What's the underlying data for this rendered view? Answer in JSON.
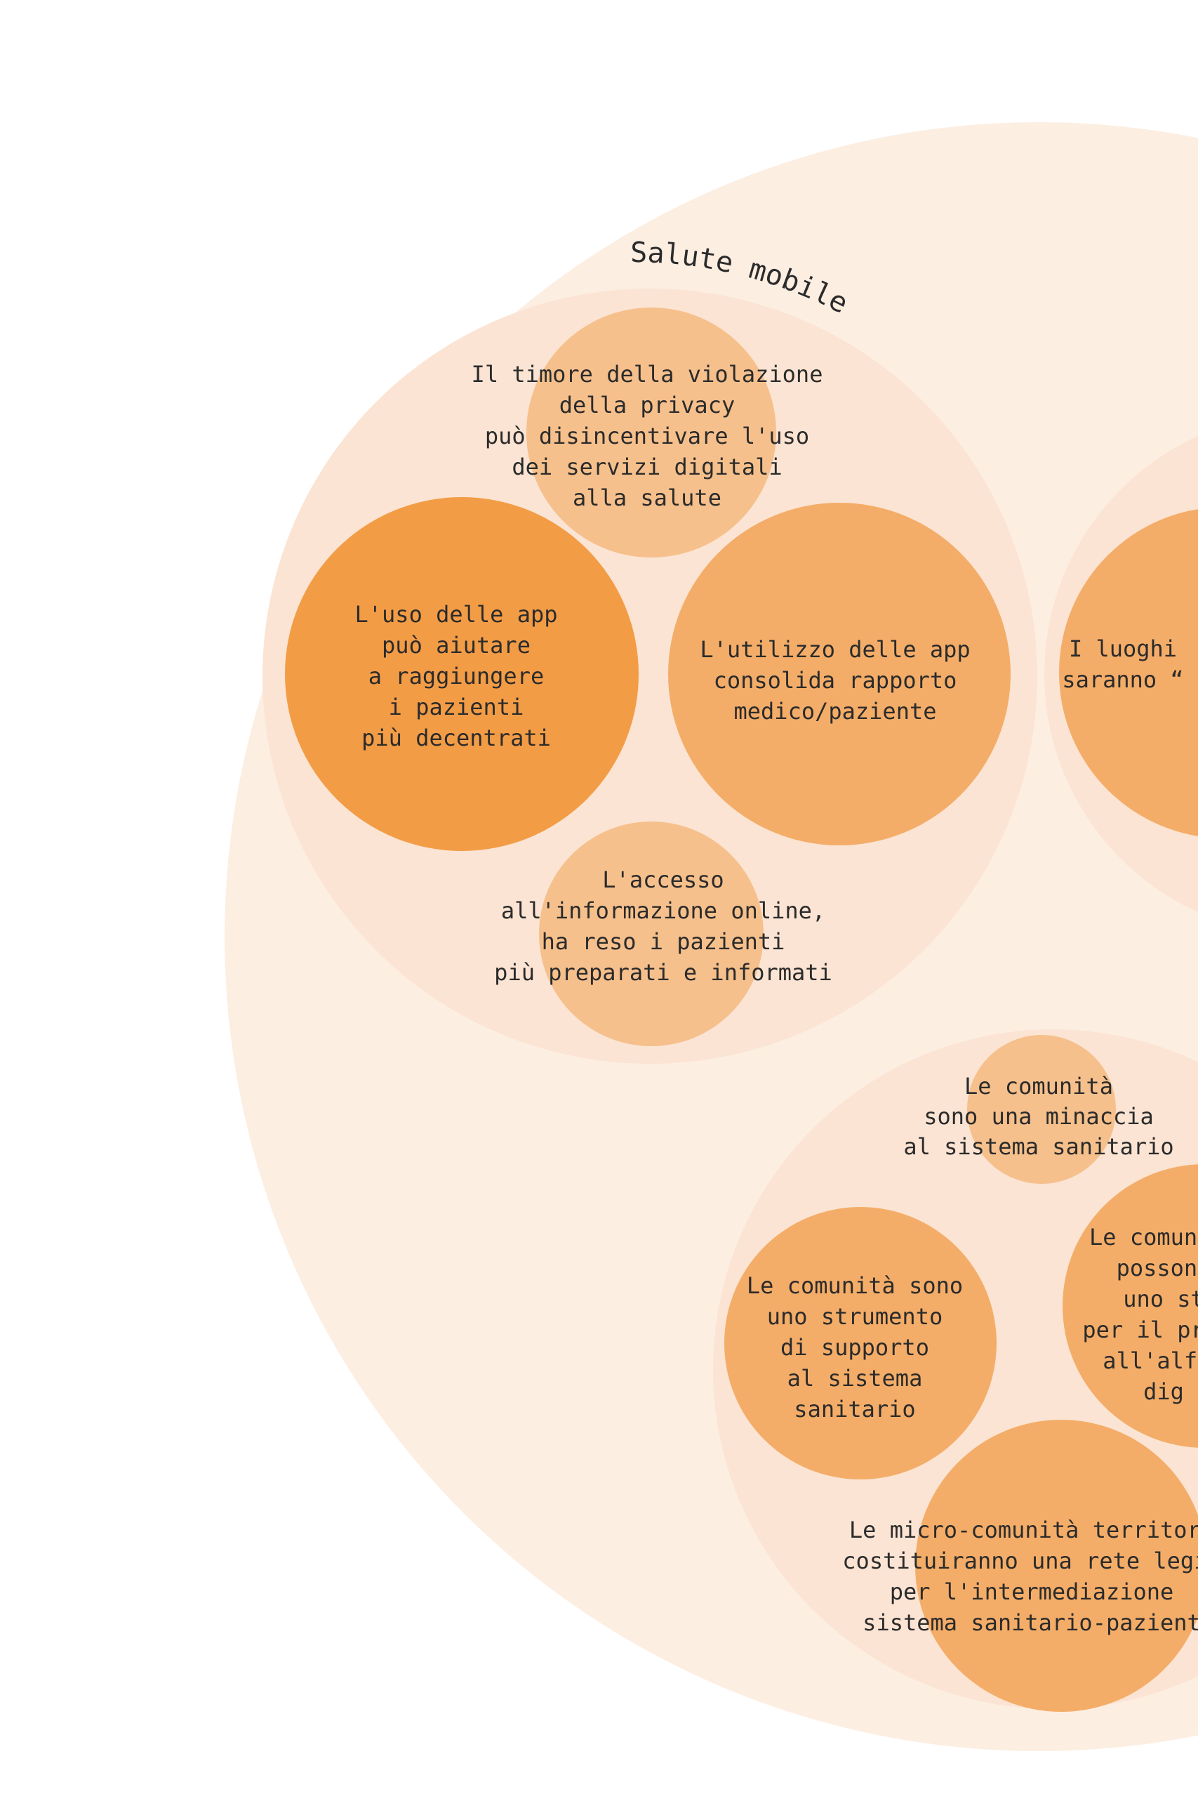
{
  "colors": {
    "background": "#ffffff",
    "outer_group": "#fdeee2",
    "cluster": "#fbe4d3",
    "bubble_dark": "#f39c46",
    "bubble_medium": "#f4ad68",
    "bubble_light": "#f6c08c",
    "text": "#2b2b2b"
  },
  "clusters": {
    "salute_mobile": {
      "title": "Salute mobile",
      "bubbles": {
        "privacy": [
          "Il timore della violazione",
          "della privacy",
          "può disincentivare l'uso",
          "dei servizi digitali",
          "alla salute"
        ],
        "decentralized": [
          "L'uso delle app",
          "può aiutare",
          "a raggiungere",
          "i pazienti",
          "più decentrati"
        ],
        "relationship": [
          "L'utilizzo delle app",
          "consolida rapporto",
          "medico/paziente"
        ],
        "information": [
          "L'accesso",
          "all'informazione online,",
          "ha reso i pazienti",
          "più preparati e informati"
        ]
      }
    },
    "places": {
      "bubbles": {
        "places": [
          "I luoghi",
          "saranno “"
        ]
      }
    },
    "communities": {
      "bubbles": {
        "threat": [
          "Le comunità",
          "sono una minaccia",
          "al sistema sanitario"
        ],
        "literacy": [
          "Le comunità",
          "possono",
          "uno st",
          "per il proce",
          "all'alfab",
          "dig"
        ],
        "support": [
          "Le comunità sono",
          "uno strumento",
          "di supporto",
          "al sistema",
          "sanitario"
        ],
        "micro": [
          "Le micro-comunità territori",
          "costituiranno una rete legit",
          "per l'intermediazione",
          "sistema sanitario-pazient"
        ]
      }
    }
  }
}
